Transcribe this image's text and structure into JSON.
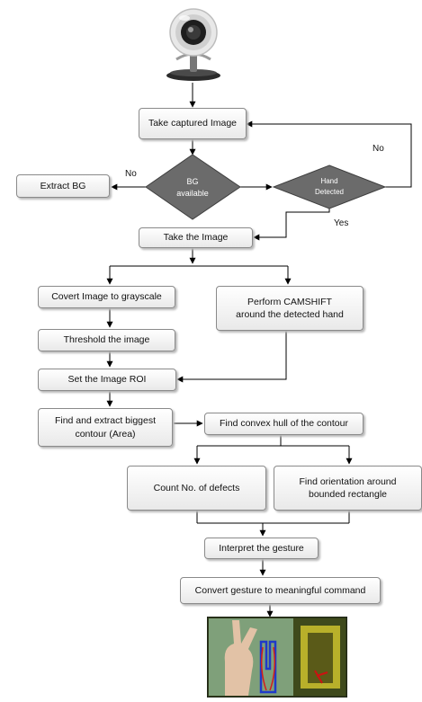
{
  "nodes": {
    "take_captured": "Take captured Image",
    "extract_bg": "Extract BG",
    "bg_available_line1": "BG",
    "bg_available_line2": "available",
    "hand_detected_line1": "Hand",
    "hand_detected_line2": "Detected",
    "take_image": "Take the Image",
    "grayscale": "Covert Image to grayscale",
    "camshift": "Perform CAMSHIFT around the detected hand",
    "threshold": "Threshold the image",
    "set_roi": "Set the Image ROI",
    "biggest_contour": "Find and extract biggest contour (Area)",
    "convex_hull": "Find convex hull of the contour",
    "count_defects": "Count No. of defects",
    "orientation": "Find orientation around bounded rectangle",
    "interpret": "Interpret the gesture",
    "convert": "Convert gesture to meaningful command"
  },
  "edges": {
    "bg_no": "No",
    "hand_no": "No",
    "hand_yes": "Yes"
  },
  "images": {
    "top": "webcam-icon",
    "bottom": "hand-gesture-screenshot"
  }
}
